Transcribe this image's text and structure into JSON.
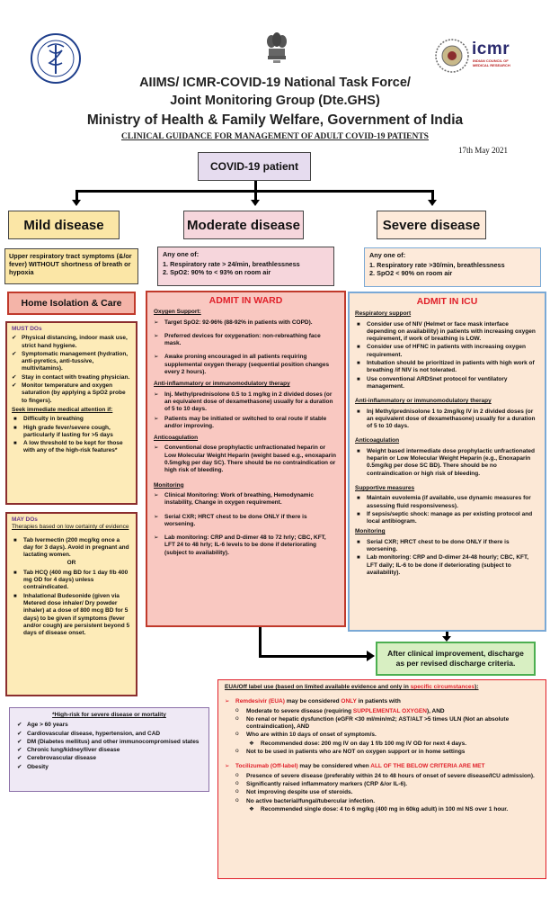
{
  "header": {
    "line1": "AIIMS/ ICMR-COVID-19 National Task Force/",
    "line2": "Joint Monitoring Group (Dte.GHS)",
    "line3": "Ministry of Health & Family Welfare, Government of India",
    "subtitle": "CLINICAL GUIDANCE FOR MANAGEMENT OF ADULT COVID-19 PATIENTS",
    "date": "17th May 2021",
    "icmr_logo_text": "icmr",
    "icmr_logo_sub": "INDIAN COUNCIL OF MEDICAL RESEARCH"
  },
  "flow": {
    "root": "COVID-19 patient",
    "mild": {
      "title": "Mild disease",
      "criteria": "Upper respiratory tract symptoms (&/or fever) WITHOUT shortness of breath or hypoxia",
      "action": "Home Isolation & Care",
      "must_title": "MUST DOs",
      "must_items": [
        "Physical distancing, indoor mask use, strict hand hygiene.",
        "Symptomatic management (hydration, anti-pyretics, anti-tussive, multivitamins).",
        "Stay in contact with treating physician.",
        "Monitor temperature and oxygen saturation (by applying a SpO2 probe to fingers)."
      ],
      "seek_title": "Seek immediate medical attention if:",
      "seek_items": [
        "Difficulty in breathing",
        "High grade fever/severe cough, particularly if lasting for >5 days",
        "A low threshold to be kept for those with any of the high-risk features*"
      ],
      "may_title": "MAY DOs",
      "may_subtitle": "Therapies based on low certainty of evidence",
      "may_item1": "Tab Ivermectin (200 mcg/kg once a day for 3 days). Avoid in pregnant and lactating women.",
      "may_or": "OR",
      "may_item2": "Tab HCQ (400 mg BD for 1 day f/b 400 mg OD for 4 days) unless contraindicated.",
      "may_item3": "Inhalational Budesonide (given via Metered dose inhaler/ Dry powder inhaler) at a dose of 800 mcg BD for 5 days) to be given if symptoms (fever and/or cough) are persistent beyond 5 days of disease onset."
    },
    "moderate": {
      "title": "Moderate disease",
      "any": "Any one of:",
      "c1": "1. Respiratory rate > 24/min, breathlessness",
      "c2": "2. SpO2: 90% to < 93% on room air",
      "action": "ADMIT IN WARD",
      "oxy_title": "Oxygen Support:",
      "oxy_items": [
        "Target SpO2: 92-96% (88-92% in patients with COPD).",
        "Preferred devices for oxygenation: non-rebreathing face mask.",
        "Awake proning encouraged in all patients requiring supplemental oxygen therapy (sequential position changes every 2 hours)."
      ],
      "anti_title": "Anti-inflammatory or immunomodulatory therapy",
      "anti_items": [
        "Inj. Methylprednisolone 0.5 to 1 mg/kg in 2 divided doses (or an equivalent dose of dexamethasone) usually for a duration of 5 to 10 days.",
        "Patients may be initiated or switched to oral route if stable and/or improving."
      ],
      "coag_title": "Anticoagulation",
      "coag_items": [
        "Conventional dose prophylactic unfractionated heparin or Low Molecular Weight Heparin (weight based e.g., enoxaparin 0.5mg/kg per day SC). There should be no contraindication or high risk of bleeding."
      ],
      "mon_title": "Monitoring",
      "mon_items": [
        "Clinical Monitoring: Work of breathing, Hemodynamic instability, Change in oxygen requirement.",
        "Serial CXR; HRCT chest to be done ONLY if there is worsening.",
        "Lab monitoring: CRP and D-dimer 48 to 72 hrly; CBC, KFT, LFT 24 to 48 hrly; IL-6 levels to be done if deteriorating (subject to availability)."
      ]
    },
    "severe": {
      "title": "Severe disease",
      "any": "Any one of:",
      "c1": "1. Respiratory rate >30/min, breathlessness",
      "c2": "2. SpO2 < 90% on room air",
      "action": "ADMIT IN ICU",
      "resp_title": "Respiratory support",
      "resp_items": [
        "Consider use of NIV (Helmet or face mask interface depending on availability) in patients with increasing oxygen requirement, if work of breathing is LOW.",
        "Consider use of HFNC in patients with increasing oxygen requirement.",
        "Intubation should be prioritized in patients with high work of breathing /if NIV is not tolerated.",
        "Use conventional ARDSnet protocol for ventilatory management."
      ],
      "anti_title": "Anti-inflammatory or immunomodulatory therapy",
      "anti_items": [
        "Inj Methylprednisolone 1 to 2mg/kg IV in 2 divided doses (or an equivalent dose of dexamethasone) usually for a duration of 5 to 10 days."
      ],
      "coag_title": "Anticoagulation",
      "coag_items": [
        "Weight based intermediate dose prophylactic unfractionated heparin or Low Molecular Weight Heparin (e.g., Enoxaparin 0.5mg/kg per dose SC BD). There should be no contraindication or high risk of bleeding."
      ],
      "sup_title": "Supportive measures",
      "sup_items": [
        "Maintain euvolemia (if available, use dynamic measures for assessing fluid responsiveness).",
        "If sepsis/septic shock: manage as per existing protocol and local antibiogram."
      ],
      "mon_title": "Monitoring",
      "mon_items": [
        "Serial CXR; HRCT chest to be done ONLY if there is worsening.",
        "Lab monitoring: CRP and D-dimer 24-48 hourly; CBC, KFT, LFT daily; IL-6 to be done if deteriorating (subject to availability)."
      ]
    },
    "discharge": "After clinical improvement, discharge as per revised discharge criteria."
  },
  "high_risk": {
    "title": "*High-risk for severe disease or mortality",
    "items": [
      "Age > 60 years",
      "Cardiovascular disease, hypertension, and CAD",
      "DM (Diabetes mellitus) and other immunocompromised states",
      "Chronic lung/kidney/liver disease",
      "Cerebrovascular disease",
      "Obesity"
    ]
  },
  "eua": {
    "title_a": "EUA/Off label use (based on limited available evidence and only in ",
    "title_b": "specific circumstances",
    "title_c": "):",
    "rem_name": "Remdesivir (EUA)",
    "rem_a": " may be considered ",
    "rem_only": "ONLY",
    "rem_b": " in patients with",
    "rem_items": [
      "No renal or hepatic dysfunction (eGFR <30 ml/min/m2; AST/ALT >5 times ULN (Not an absolute contraindication), AND",
      "Who are within 10 days of onset of symptom/s."
    ],
    "rem_first_a": "Moderate to severe disease (requiring ",
    "rem_first_b": "SUPPLEMENTAL OXYGEN",
    "rem_first_c": "), AND",
    "rem_dose": "Recommended dose: 200 mg IV on day 1 f/b 100 mg IV OD for next 4 days.",
    "rem_last": "Not to be used in patients who are NOT on oxygen support or in home settings",
    "toc_name": "Tocilizumab (Off-label)",
    "toc_a": " may be considered when ",
    "toc_b": "ALL OF THE BELOW CRITERIA ARE MET",
    "toc_items": [
      "Presence of severe disease (preferably within 24 to 48 hours of onset of severe disease/ICU admission).",
      "Significantly raised inflammatory markers (CRP &/or IL-6).",
      "Not improving despite use of steroids.",
      "No active bacterial/fungal/tubercular infection."
    ],
    "toc_dose": "Recommended single dose: 4 to 6 mg/kg (400 mg in 60kg adult) in 100 ml NS over 1 hour."
  },
  "colors": {
    "mild_fill": "#fbe6a6",
    "moderate_fill": "#f6d6dc",
    "severe_fill": "#fdeada",
    "ward_fill": "#f9c8c1",
    "icu_fill": "#fce8d6",
    "icu_border": "#7aa9d6",
    "discharge_fill": "#d8efc2",
    "discharge_border": "#4caf50",
    "root_fill": "#e6dcef"
  }
}
